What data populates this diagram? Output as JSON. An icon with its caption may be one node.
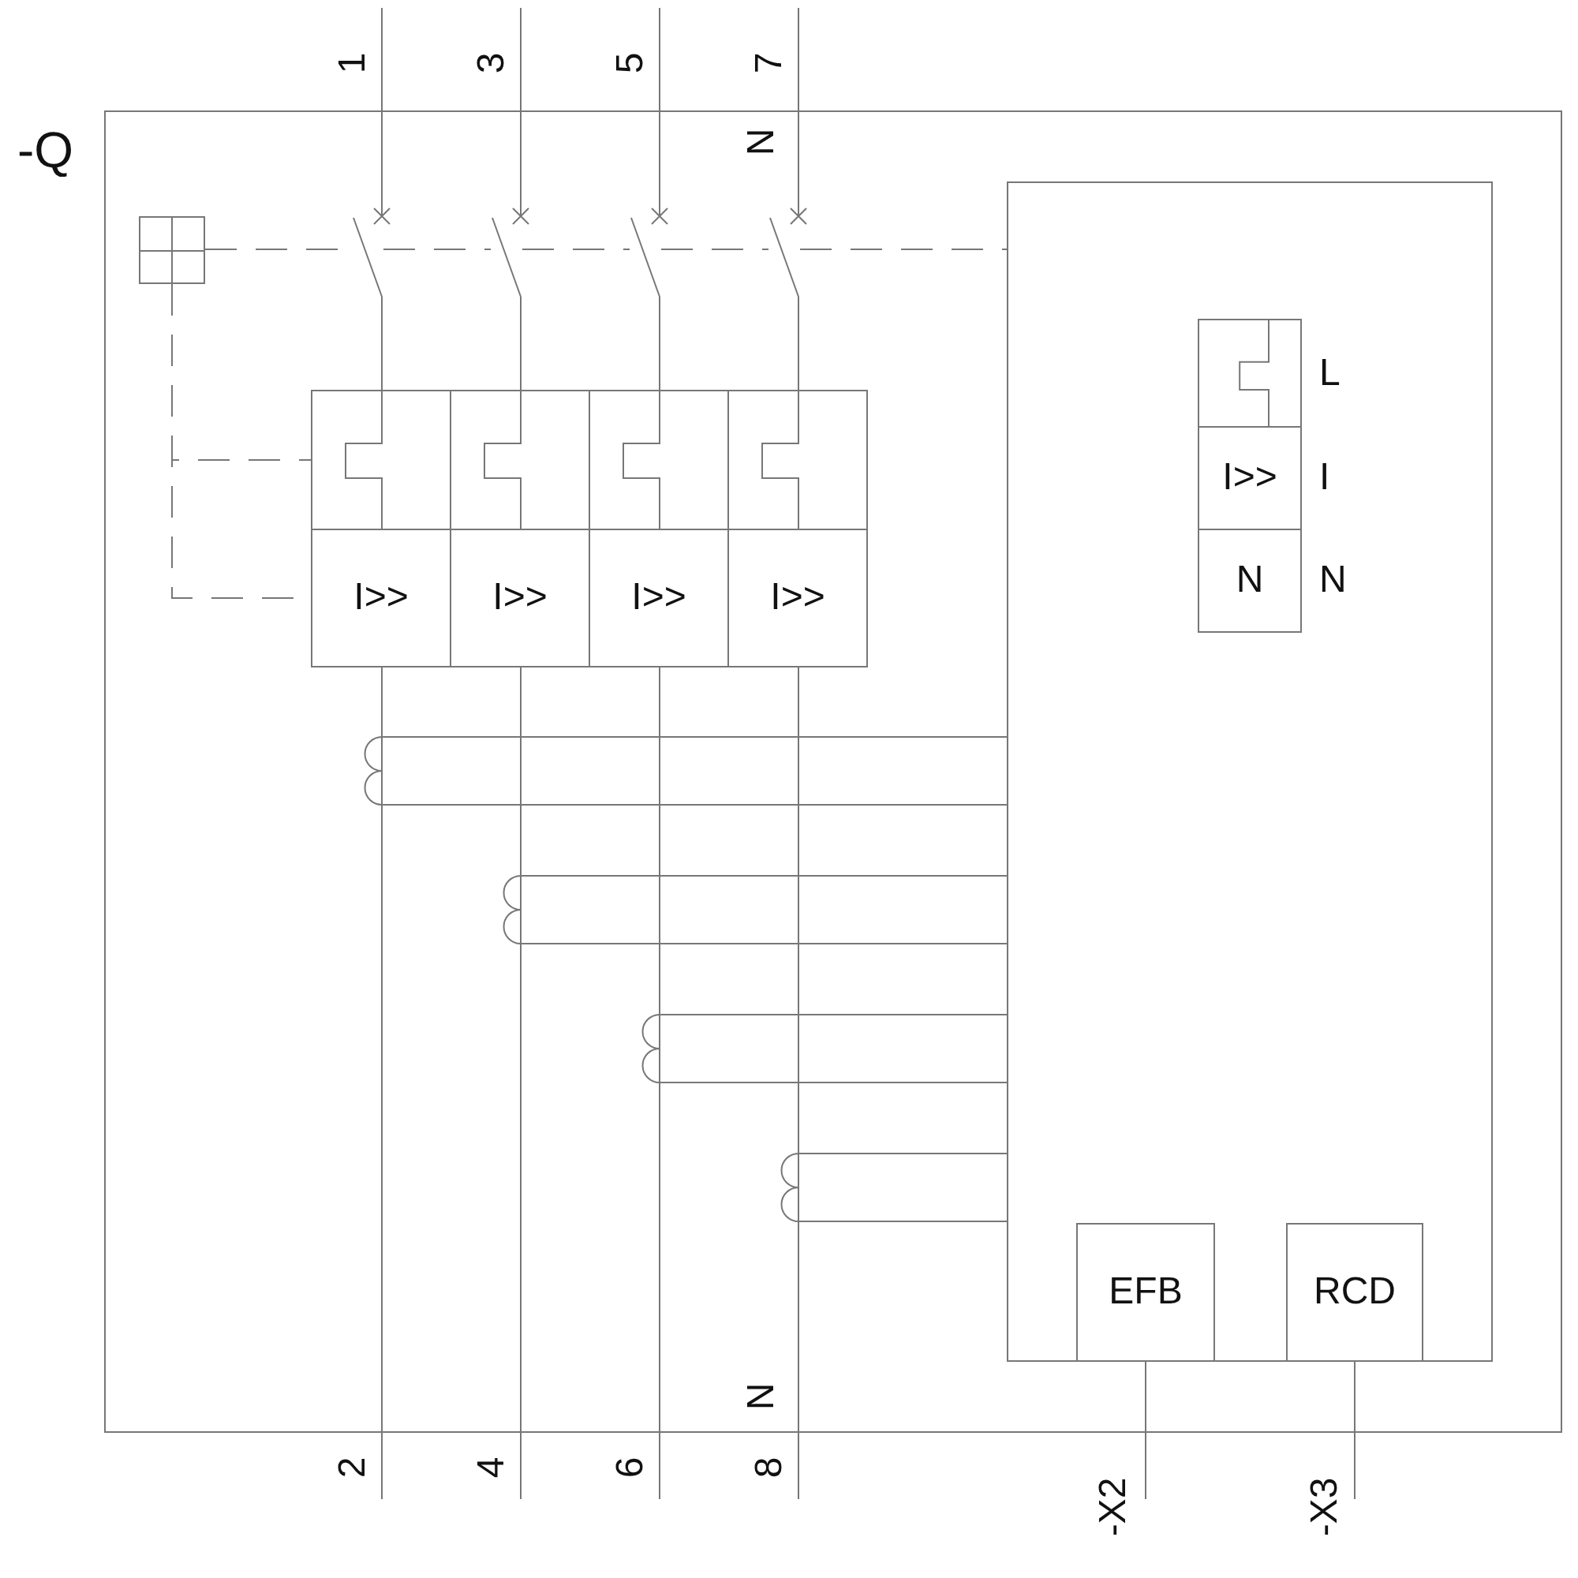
{
  "diagram": {
    "nodes": [
      {
        "text": [
          "-Q"
        ]
      },
      {
        "text": [],
        "shape": "box",
        "in": 0
      },
      {
        "text": [],
        "shape": "box",
        "in": 0
      },
      {
        "text": [],
        "shape": "box",
        "in": 0
      },
      {
        "text": [],
        "shape": "box",
        "in": 0
      },
      {
        "text": [],
        "shape": "box",
        "in": 0
      },
      {
        "text": [
          "I>>"
        ],
        "in": 0
      },
      {
        "text": [
          "I>>"
        ],
        "in": 0
      },
      {
        "text": [
          "I>>"
        ],
        "in": 0
      },
      {
        "text": [
          "I>>"
        ],
        "in": 0
      },
      {
        "text": [],
        "shape": "coil",
        "in": 0
      },
      {
        "text": [],
        "shape": "coil",
        "in": 0
      },
      {
        "text": [],
        "shape": "coil",
        "in": 0
      },
      {
        "text": [],
        "shape": "coil",
        "in": 0
      },
      {
        "text": [],
        "shape": "box",
        "in": 0
      },
      {
        "text": [],
        "shape": "box",
        "beside": [
          "L"
        ],
        "in": 14
      },
      {
        "text": [
          "I>>"
        ],
        "beside": [
          "I"
        ],
        "in": 14
      },
      {
        "text": [
          "N"
        ],
        "beside": [
          "N"
        ],
        "in": 14
      },
      {
        "text": [
          "EFB"
        ],
        "in": 14
      },
      {
        "text": [
          "RCD"
        ],
        "in": 14
      },
      {
        "text": [
          "1"
        ]
      },
      {
        "text": [
          "3"
        ]
      },
      {
        "text": [
          "5"
        ]
      },
      {
        "text": [
          "7"
        ]
      },
      {
        "text": [
          "2"
        ]
      },
      {
        "text": [
          "4"
        ]
      },
      {
        "text": [
          "6"
        ]
      },
      {
        "text": [
          "8"
        ]
      },
      {
        "text": [
          "-X2"
        ]
      },
      {
        "text": [
          "-X3"
        ]
      },
      {
        "text": [],
        "shape": "switch",
        "in": 0
      },
      {
        "text": [],
        "shape": "switch",
        "in": 0
      },
      {
        "text": [],
        "shape": "switch",
        "in": 0
      },
      {
        "text": [],
        "shape": "switch",
        "in": 0
      }
    ],
    "edges": [
      {
        "from": 20,
        "to": 30,
        "arrow": "none"
      },
      {
        "from": 21,
        "to": 31,
        "arrow": "none"
      },
      {
        "from": 22,
        "to": 32,
        "arrow": "none"
      },
      {
        "from": 23,
        "to": 33,
        "arrow": "none"
      },
      {
        "from": 6,
        "to": 10,
        "arrow": "none"
      },
      {
        "from": 7,
        "to": 11,
        "arrow": "none"
      },
      {
        "from": 8,
        "to": 12,
        "arrow": "none"
      },
      {
        "from": 9,
        "to": 13,
        "arrow": "none"
      },
      {
        "from": 10,
        "to": 24,
        "arrow": "none"
      },
      {
        "from": 11,
        "to": 25,
        "arrow": "none"
      },
      {
        "from": 12,
        "to": 26,
        "arrow": "none"
      },
      {
        "from": 13,
        "to": 27,
        "arrow": "none"
      },
      {
        "from": 10,
        "to": 14,
        "arrow": "none"
      },
      {
        "from": 10,
        "to": 14,
        "arrow": "none"
      },
      {
        "from": 11,
        "to": 14,
        "arrow": "none"
      },
      {
        "from": 11,
        "to": 14,
        "arrow": "none"
      },
      {
        "from": 12,
        "to": 14,
        "arrow": "none"
      },
      {
        "from": 12,
        "to": 14,
        "arrow": "none"
      },
      {
        "from": 13,
        "to": 14,
        "arrow": "none"
      },
      {
        "from": 13,
        "to": 14,
        "arrow": "none"
      },
      {
        "from": 18,
        "to": 28,
        "arrow": "none"
      },
      {
        "from": 19,
        "to": 29,
        "arrow": "none"
      },
      {
        "from": 1,
        "to": 30,
        "arrow": "none",
        "style": "dashed"
      },
      {
        "from": 1,
        "to": 2,
        "arrow": "none",
        "style": "dashed"
      },
      {
        "from": 1,
        "to": 6,
        "arrow": "none",
        "style": "dashed"
      },
      {
        "from": 30,
        "to": 2,
        "arrow": "none"
      },
      {
        "from": 31,
        "to": 3,
        "arrow": "none"
      },
      {
        "from": 32,
        "to": 4,
        "arrow": "none"
      },
      {
        "from": 33,
        "to": 5,
        "arrow": "none"
      },
      {
        "from": 30,
        "to": 31,
        "arrow": "none",
        "style": "dashed"
      },
      {
        "from": 31,
        "to": 32,
        "arrow": "none",
        "style": "dashed"
      },
      {
        "from": 32,
        "to": 33,
        "arrow": "none",
        "style": "dashed"
      },
      {
        "from": 33,
        "to": 14,
        "arrow": "none",
        "style": "dashed"
      }
    ],
    "labels": [
      "N",
      "N"
    ]
  }
}
